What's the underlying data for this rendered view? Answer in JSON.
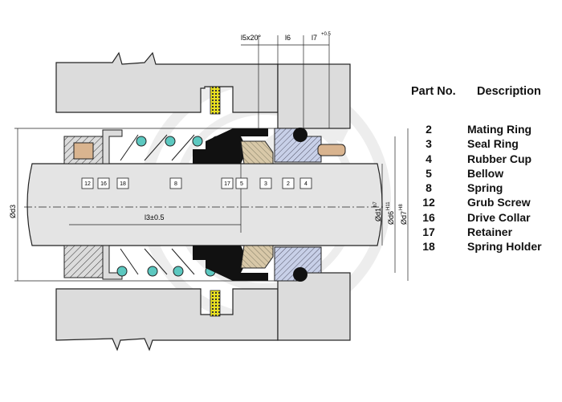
{
  "diagram": {
    "dimensions": {
      "l5": "l5x20°",
      "l6": "l6",
      "l7": "l7",
      "l7_tol": "+0.5",
      "l3": "l3±0.5",
      "d3": "Ød3",
      "d1": "Ød1",
      "d1_fit": "h7",
      "d6": "Ød6",
      "d6_fit": "H11",
      "d7": "Ød7",
      "d7_fit": "H8"
    },
    "part_tags": [
      "12",
      "16",
      "18",
      "8",
      "17",
      "5",
      "3",
      "2",
      "4"
    ]
  },
  "legend": {
    "header_no": "Part No.",
    "header_desc": "Description",
    "parts": [
      {
        "no": "2",
        "desc": "Mating Ring"
      },
      {
        "no": "3",
        "desc": "Seal Ring"
      },
      {
        "no": "4",
        "desc": "Rubber Cup"
      },
      {
        "no": "5",
        "desc": "Bellow"
      },
      {
        "no": "8",
        "desc": "Spring"
      },
      {
        "no": "12",
        "desc": "Grub Screw"
      },
      {
        "no": "16",
        "desc": "Drive Collar"
      },
      {
        "no": "17",
        "desc": "Retainer"
      },
      {
        "no": "18",
        "desc": "Spring Holder"
      }
    ]
  },
  "colors": {
    "housing": "#dcdcdc",
    "shaft": "#e4e4e4",
    "seal_face": "#c8d0e8",
    "bellow": "#d8c8a8",
    "rubber": "#111111",
    "gasket": "#e8e020",
    "spring": "#5cc8c0",
    "collar": "#d9b48f",
    "watermark": "#ececec"
  }
}
